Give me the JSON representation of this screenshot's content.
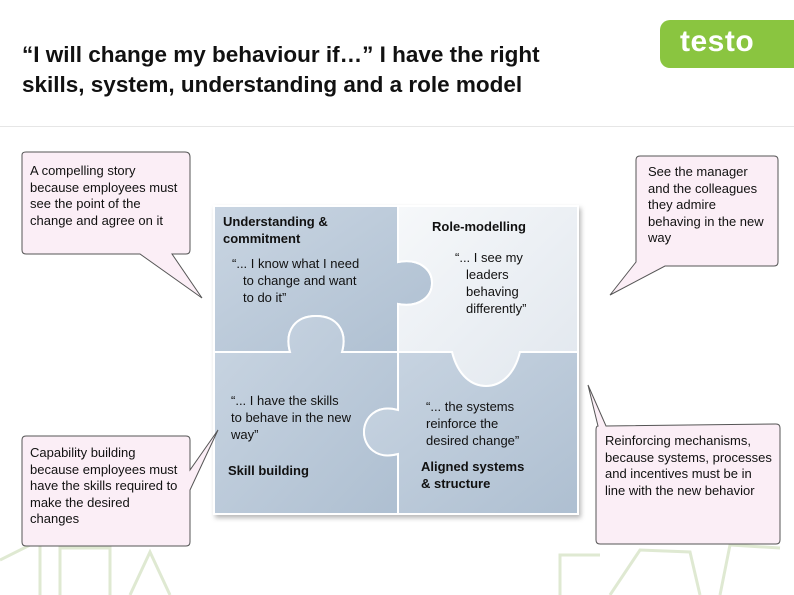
{
  "slide": {
    "title_line1": "“I will change my behaviour if…” I have the right",
    "title_line2": "skills, system, understanding and a role model",
    "logo": "testo",
    "colors": {
      "accent": "#8ac540",
      "callout_fill": "#fbeef6",
      "callout_stroke": "#555555",
      "piece_dark": "#bccad9",
      "piece_light": "#eef1f5"
    }
  },
  "callouts": {
    "top_left": "A compelling story because employees must see the point of the change and agree on it",
    "bottom_left": "Capability building because employees must have the skills required to make the desired changes",
    "top_right": "See the manager and the colleagues they admire behaving in the new way",
    "bottom_right": "Reinforcing mechanisms, because systems, processes and incentives must be in line with the new behavior"
  },
  "puzzle": {
    "top_left": {
      "heading_line1": "Understanding &",
      "heading_line2": "commitment",
      "quote_line1": "“... I know what I need",
      "quote_line2": "to change and want",
      "quote_line3": "to do it”"
    },
    "top_right": {
      "heading": "Role-modelling",
      "quote_line1": "“... I see my",
      "quote_line2": "leaders",
      "quote_line3": "behaving",
      "quote_line4": "differently”"
    },
    "bottom_left": {
      "heading": "Skill building",
      "quote_line1": "“... I have the skills",
      "quote_line2": "to behave in the new",
      "quote_line3": "way”"
    },
    "bottom_right": {
      "heading_line1": "Aligned systems",
      "heading_line2": "& structure",
      "quote_line1": "“... the systems",
      "quote_line2": "reinforce the",
      "quote_line3": "desired change”"
    }
  }
}
